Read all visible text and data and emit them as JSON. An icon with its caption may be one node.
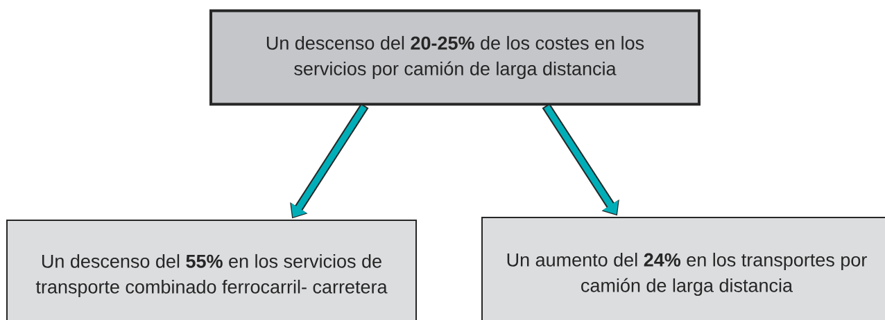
{
  "diagram": {
    "nodes": [
      {
        "text": [
          "Un descenso del **20-25%** de los costes en los servicios por camión de larga distancia"
        ]
      },
      {
        "text": [
          "Un descenso del **55%** en los servicios de transporte combinado ferrocarril- carretera"
        ]
      },
      {
        "text": [
          "Un aumento del **24%** en los transportes por camión de larga distancia"
        ]
      }
    ],
    "edges": [
      {
        "from": 0,
        "to": 1,
        "arrow": "to"
      },
      {
        "from": 0,
        "to": 2,
        "arrow": "to"
      }
    ]
  }
}
